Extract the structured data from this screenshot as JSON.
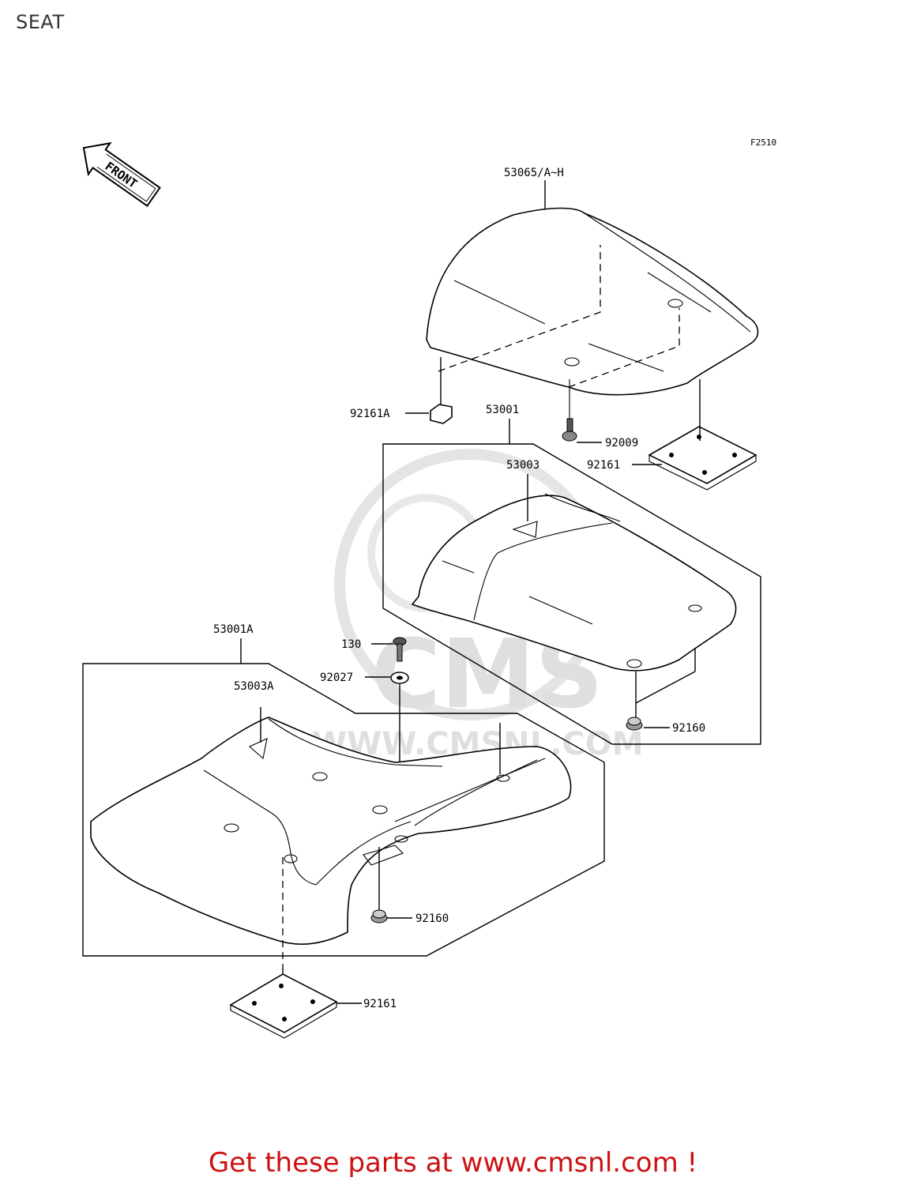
{
  "header": {
    "title": "SEAT"
  },
  "figure_code": "F2510",
  "front_arrow_label": "FRONT",
  "watermark": {
    "text": "CMS",
    "url": "WWW.CMSNL.COM"
  },
  "callouts": {
    "c53065": "53065/A~H",
    "c92161A": "92161A",
    "c53001": "53001",
    "c92009": "92009",
    "c92161_top": "92161",
    "c53003": "53003",
    "c53001A": "53001A",
    "c130": "130",
    "c92027": "92027",
    "c53003A": "53003A",
    "c92160_right": "92160",
    "c92160_bottom": "92160",
    "c92161_bottom": "92161"
  },
  "footer": {
    "text": "Get these parts at www.cmsnl.com !",
    "color": "#cc1111"
  }
}
